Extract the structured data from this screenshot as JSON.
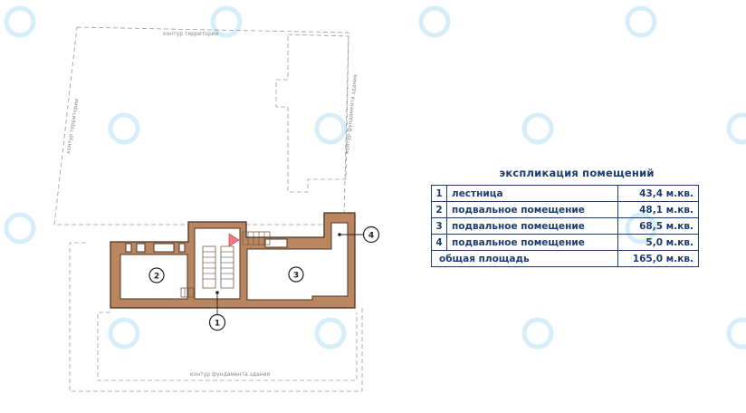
{
  "outline_labels": {
    "territory_top": "контур территории",
    "territory_left": "контур территории",
    "foundation_right": "контур фундамента здания",
    "foundation_bottom": "контур фундамента здания"
  },
  "rooms_on_plan": [
    "2",
    "3"
  ],
  "callouts": [
    "1",
    "4"
  ],
  "explication": {
    "title": "экспликация помещений",
    "rows": [
      {
        "num": "1",
        "name": "лестница",
        "area": "43,4 м.кв."
      },
      {
        "num": "2",
        "name": "подвальное помещение",
        "area": "48,1 м.кв."
      },
      {
        "num": "3",
        "name": "подвальное помещение",
        "area": "68,5 м.кв."
      },
      {
        "num": "4",
        "name": "подвальное помещение",
        "area": "5,0 м.кв."
      }
    ],
    "total": {
      "label": "общая площадь",
      "area": "165,0 м.кв."
    }
  },
  "colors": {
    "wall": "#b9865f",
    "wall_outline": "#4a3424",
    "table": "#1d3c6f",
    "watermark": "#d6eefa",
    "stair_marker": "#f07a80"
  }
}
